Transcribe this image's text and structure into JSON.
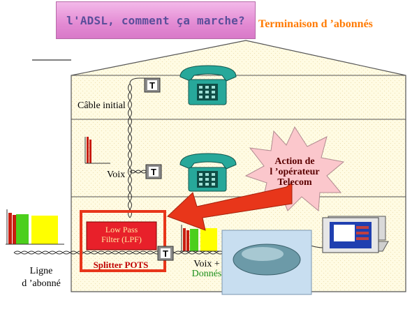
{
  "title": "l'ADSL, comment ça marche?",
  "subtitle": "Terminaison d ’abonnés",
  "labels": {
    "cable_initial": "Câble initial",
    "voix": "Voix",
    "action": [
      "Action de",
      "l ’opérateur",
      "Telecom"
    ],
    "lpf": [
      "Low Pass",
      "Filter (LPF)"
    ],
    "splitter": "Splitter POTS",
    "ligne": [
      "Ligne",
      "d ’abonné"
    ],
    "voix_plus": "Voix +",
    "donnes": "Donnés"
  },
  "connector_letter": "T",
  "colors": {
    "house_fill": "#fffbe3",
    "title_text": "#5a4e9a",
    "subtitle": "#ff7a00",
    "starburst": "#fbc7cc",
    "arrow": "#e8361a",
    "splitter_border": "#e8361a",
    "lpf_fill": "#e8202a",
    "phone": "#27a89a",
    "donnes_text": "#1a8f1a",
    "signal_yellow": "#ffff00",
    "signal_green": "#4ccf1c",
    "signal_red": "#c81d10"
  }
}
